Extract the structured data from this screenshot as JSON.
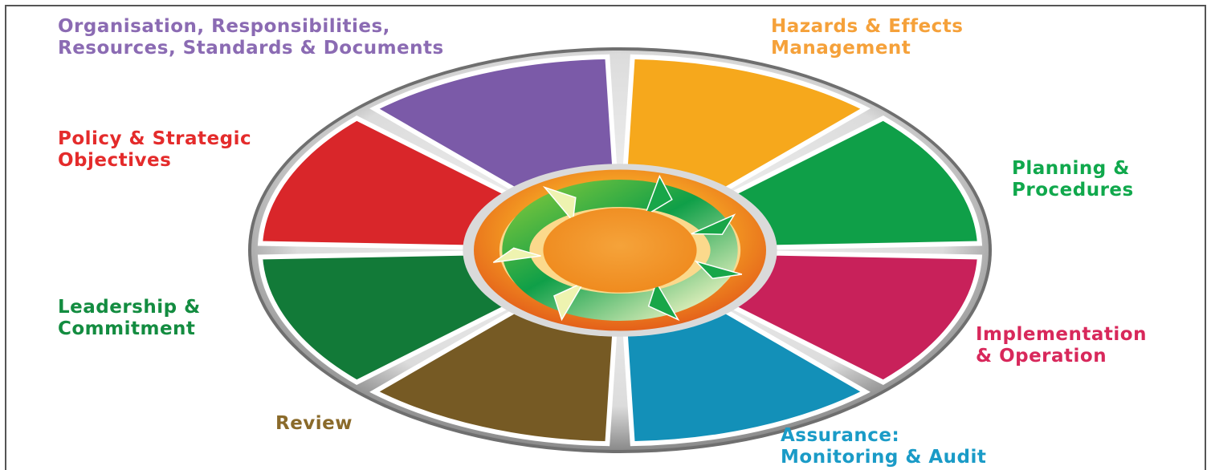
{
  "segments": [
    {
      "key": "org",
      "line1": "Organisation, Responsibilities,",
      "line2": "Resources, Standards & Documents",
      "color": "#7b5aa8"
    },
    {
      "key": "haz",
      "line1": "Hazards & Effects",
      "line2": "Management",
      "color": "#f6a81c"
    },
    {
      "key": "plan",
      "line1": "Planning &",
      "line2": "Procedures",
      "color": "#0f9f48"
    },
    {
      "key": "impl",
      "line1": "Implementation",
      "line2": "& Operation",
      "color": "#c8215a"
    },
    {
      "key": "assur",
      "line1": "Assurance:",
      "line2": "Monitoring & Audit",
      "color": "#1390b8"
    },
    {
      "key": "rev",
      "line1": "Review",
      "line2": "",
      "color": "#765a24"
    },
    {
      "key": "lead",
      "line1": "Leadership &",
      "line2": "Commitment",
      "color": "#127a38"
    },
    {
      "key": "pol",
      "line1": "Policy & Strategic",
      "line2": "Objectives",
      "color": "#d9262a"
    }
  ],
  "hub": {
    "color": "#f4901e",
    "arrow_color_start": "#0f9f48",
    "arrow_color_end": "#f3f6b0"
  }
}
